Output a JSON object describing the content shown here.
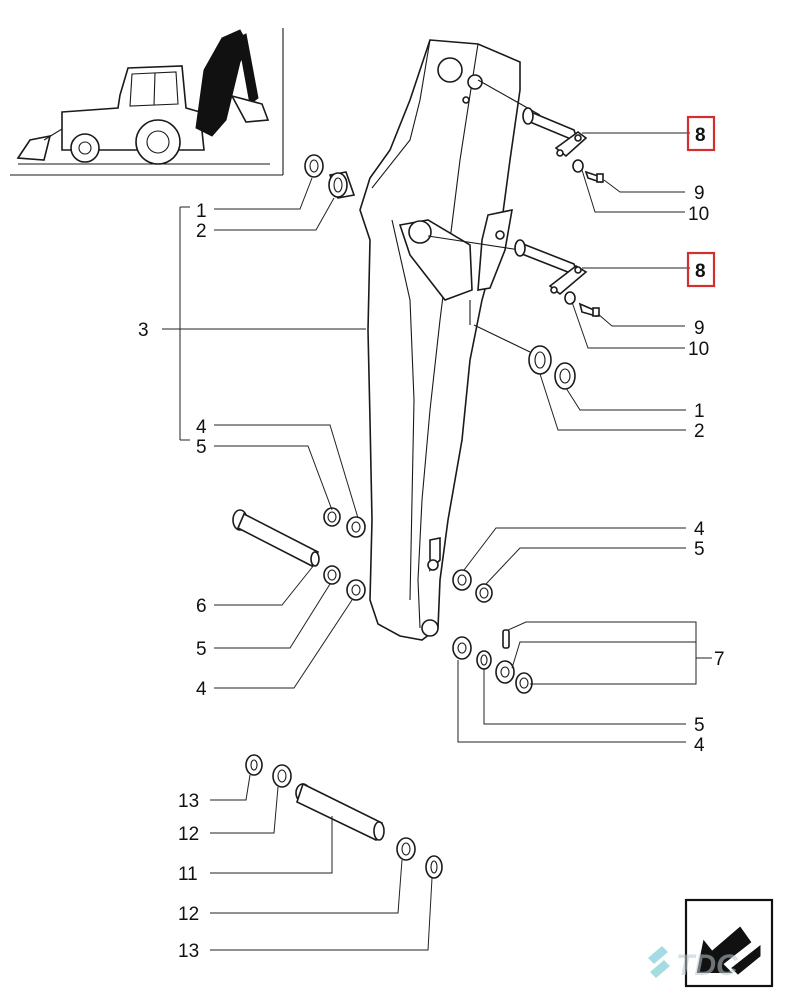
{
  "diagram": {
    "callouts": [
      {
        "id": "c1a",
        "text": "1"
      },
      {
        "id": "c2a",
        "text": "2"
      },
      {
        "id": "c3",
        "text": "3"
      },
      {
        "id": "c4a",
        "text": "4"
      },
      {
        "id": "c5a",
        "text": "5"
      },
      {
        "id": "c8a",
        "text": "8"
      },
      {
        "id": "c9a",
        "text": "9"
      },
      {
        "id": "c10a",
        "text": "10"
      },
      {
        "id": "c8b",
        "text": "8"
      },
      {
        "id": "c9b",
        "text": "9"
      },
      {
        "id": "c10b",
        "text": "10"
      },
      {
        "id": "c1b",
        "text": "1"
      },
      {
        "id": "c2b",
        "text": "2"
      },
      {
        "id": "c4b",
        "text": "4"
      },
      {
        "id": "c5b",
        "text": "5"
      },
      {
        "id": "c6",
        "text": "6"
      },
      {
        "id": "c5c",
        "text": "5"
      },
      {
        "id": "c4c",
        "text": "4"
      },
      {
        "id": "c7",
        "text": "7"
      },
      {
        "id": "c5d",
        "text": "5"
      },
      {
        "id": "c4d",
        "text": "4"
      },
      {
        "id": "c13a",
        "text": "13"
      },
      {
        "id": "c12a",
        "text": "12"
      },
      {
        "id": "c11",
        "text": "11"
      },
      {
        "id": "c12b",
        "text": "12"
      },
      {
        "id": "c13b",
        "text": "13"
      }
    ],
    "highlight_color": "#d32f2f",
    "watermark": "TDC"
  }
}
